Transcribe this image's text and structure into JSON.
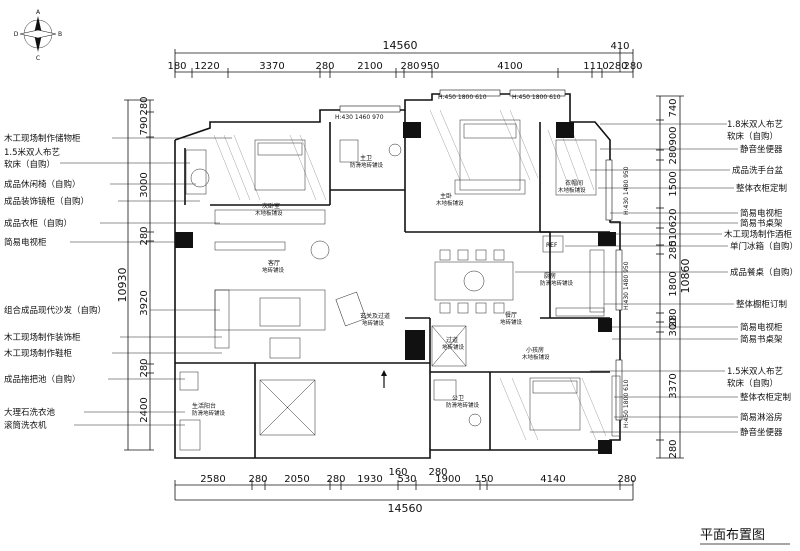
{
  "compass": {
    "n": "A",
    "e": "B",
    "s": "C",
    "w": "D"
  },
  "title": "平面布置图",
  "dims": {
    "top_total": "14560",
    "top_right": "410",
    "top_row": [
      "180",
      "1220",
      "3370",
      "280",
      "2100",
      "280",
      "950",
      "4100",
      "1110",
      "280",
      "280"
    ],
    "bottom_row": [
      "2580",
      "280",
      "2050",
      "280",
      "1930",
      "530",
      "1900",
      "150",
      "4140",
      "280"
    ],
    "bottom_mid": [
      "160",
      "280"
    ],
    "bottom_total": "14560",
    "left_col": [
      "280",
      "790",
      "3000",
      "280",
      "3920",
      "280",
      "2400"
    ],
    "left_total": "10930",
    "right_col": [
      "740",
      "900",
      "280",
      "1500",
      "620",
      "510",
      "280",
      "1800",
      "280",
      "300",
      "3370",
      "280"
    ],
    "right_total": "10860",
    "window_heights": [
      "H:430 1460 970",
      "H:450 1800 610",
      "H:450 1800 610",
      "H:430 1480 950",
      "H:430 1480 950",
      "H:450 1800 610"
    ]
  },
  "left_notes": [
    "木工现场制作储物柜",
    "1.5米双人布艺",
    "软床（自购）",
    "成品休闲椅（自购）",
    "成品装饰镜柜（自购）",
    "成品衣柜（自购）",
    "简易电视柜",
    "组合成品现代沙发（自购）",
    "木工现场制作装饰柜",
    "木工现场制作鞋柜",
    "成品拖把池（自购）",
    "大理石洗衣池",
    "滚筒洗衣机"
  ],
  "right_notes": [
    "1.8米双人布艺",
    "软床（自购）",
    "静音坐便器",
    "成品洗手台盆",
    "整体衣柜定制",
    "简易电视柜",
    "简易书桌架",
    "木工现场制作酒柜",
    "单门冰箱（自购）",
    "成品餐桌（自购）",
    "整体橱柜订制",
    "简易电视柜",
    "简易书桌架",
    "1.5米双人布艺",
    "软床（自购）",
    "整体衣柜定制",
    "简易淋浴房",
    "静音坐便器"
  ],
  "rooms": {
    "second_bedroom": [
      "次卧室",
      "木地板铺设"
    ],
    "bath1": [
      "主卫",
      "防滑地砖铺设"
    ],
    "master": [
      "主卧",
      "木地板铺设"
    ],
    "closet": [
      "衣帽间",
      "木地板铺设"
    ],
    "living": [
      "客厅",
      "地砖铺设"
    ],
    "foyer": [
      "玄关及过道",
      "地砖铺设"
    ],
    "kitchen": [
      "厨房",
      "防滑地砖铺设"
    ],
    "dining": [
      "餐厅",
      "地砖铺设"
    ],
    "corridor": [
      "过道",
      "地砖铺设"
    ],
    "study": [
      "小孩房",
      "木地板铺设"
    ],
    "balcony": [
      "生活阳台",
      "防滑地砖铺设"
    ],
    "bath2": [
      "公卫",
      "防滑地砖铺设"
    ]
  },
  "fridge_label": "REF"
}
